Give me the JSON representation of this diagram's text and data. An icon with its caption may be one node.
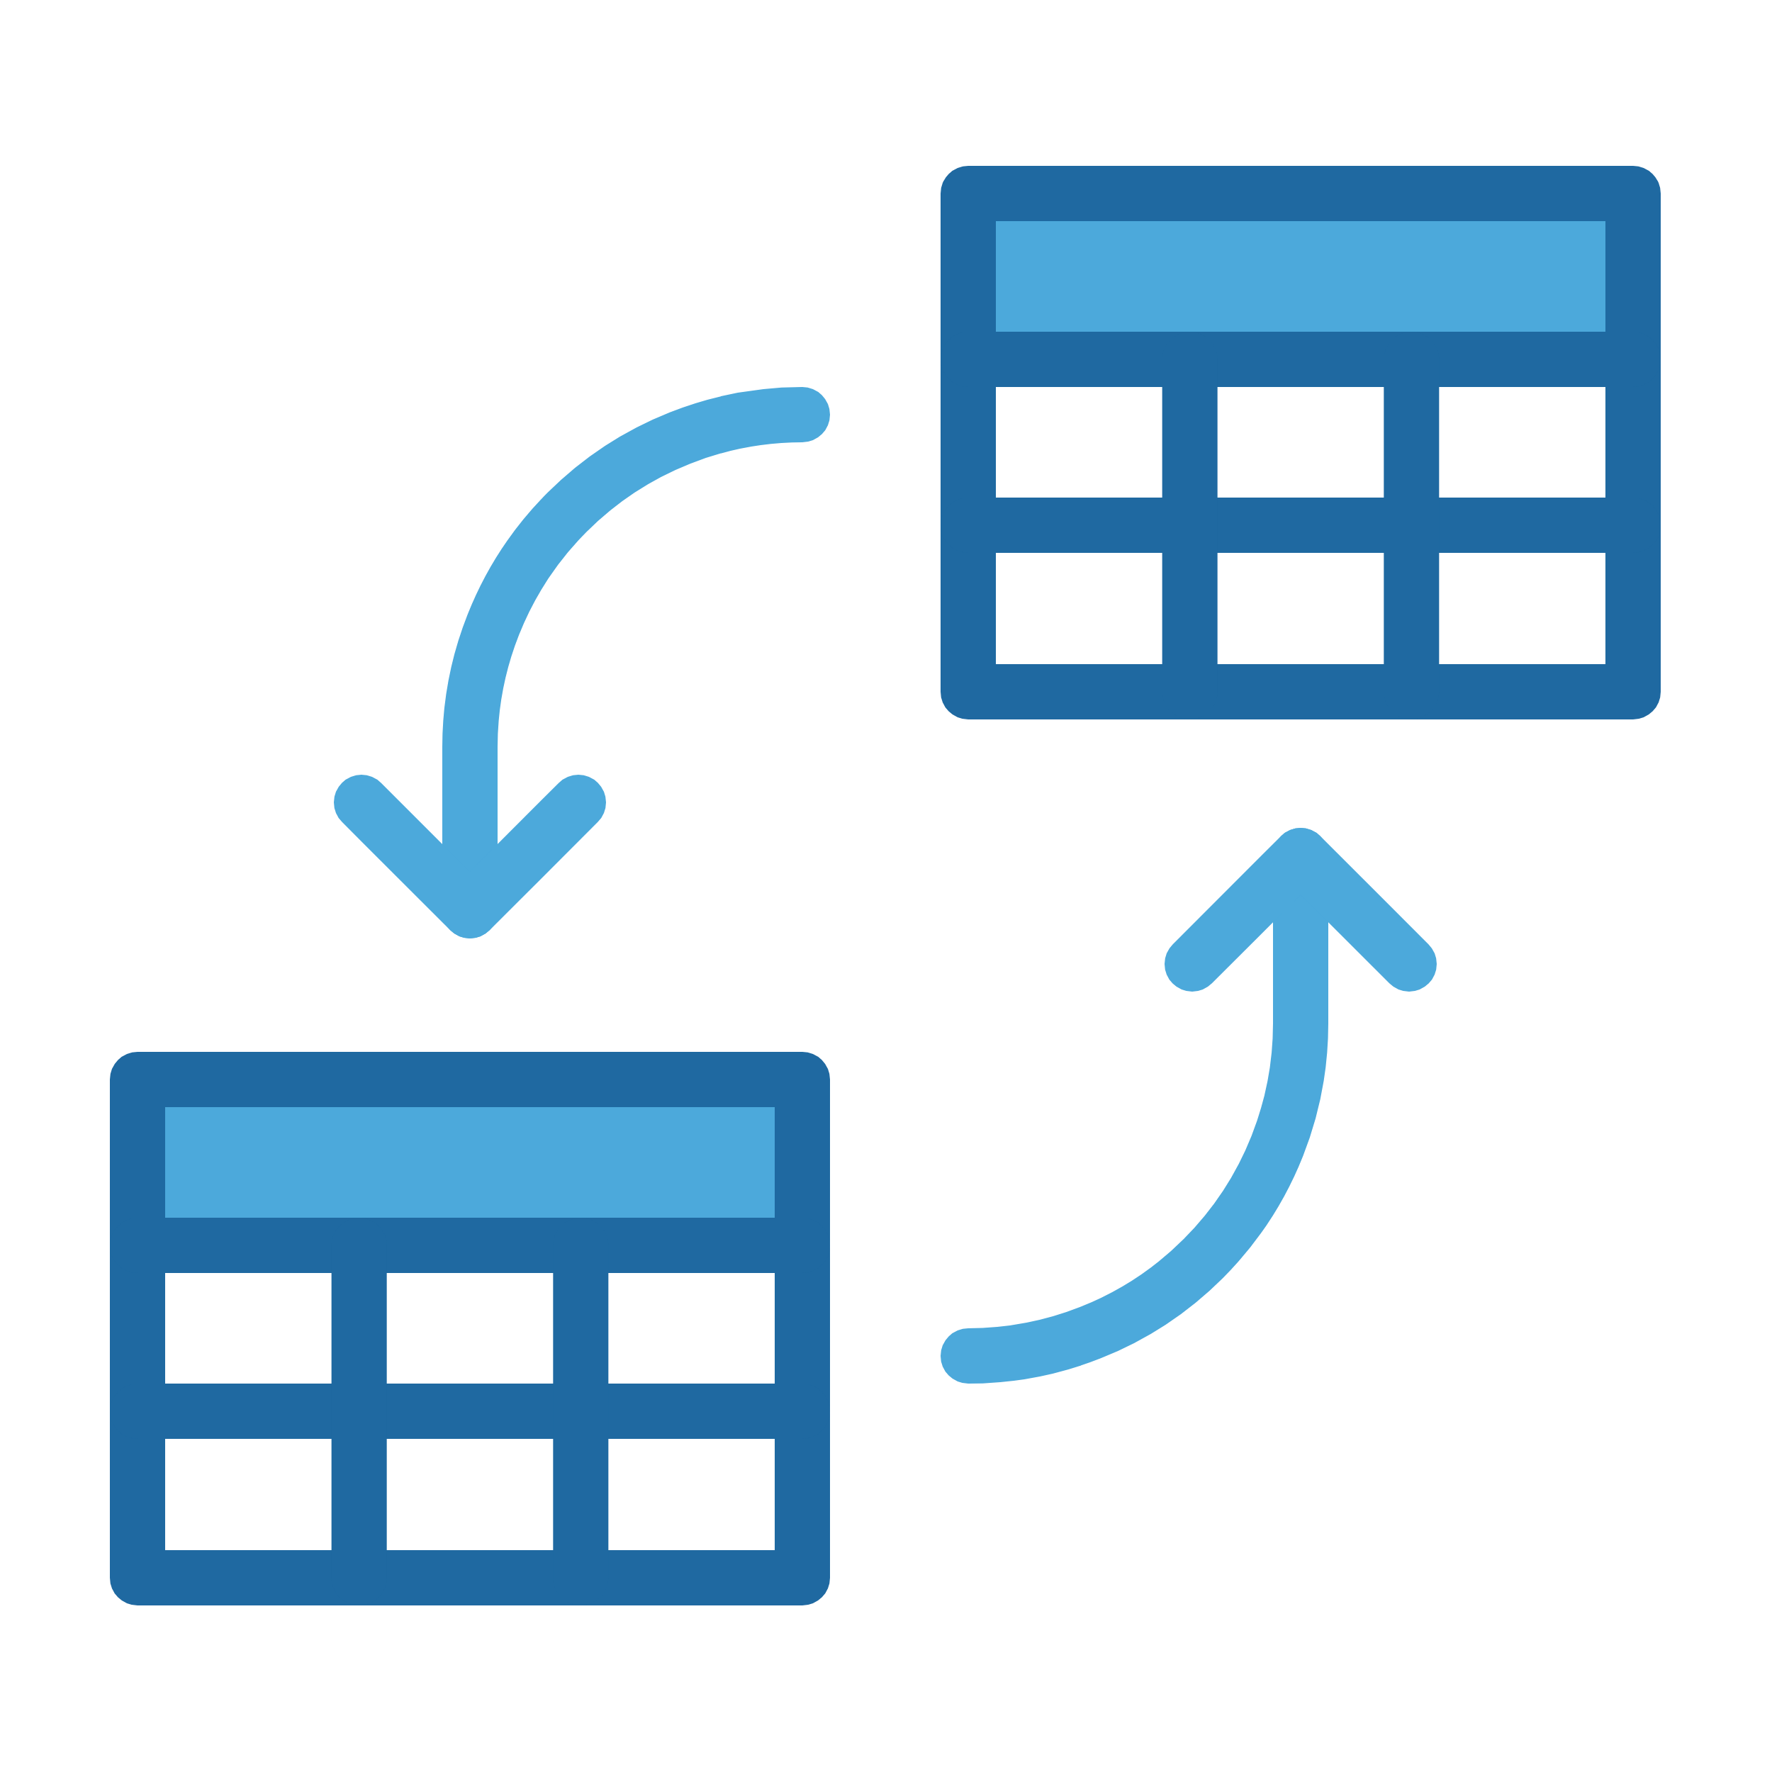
{
  "diagram": {
    "nodes": [
      {
        "text": [],
        "shape": "table"
      },
      {
        "text": [],
        "shape": "table"
      }
    ],
    "edges": [
      {
        "from": null,
        "to": 1,
        "arrow": "to"
      },
      {
        "from": null,
        "to": 0,
        "arrow": "to"
      }
    ]
  }
}
